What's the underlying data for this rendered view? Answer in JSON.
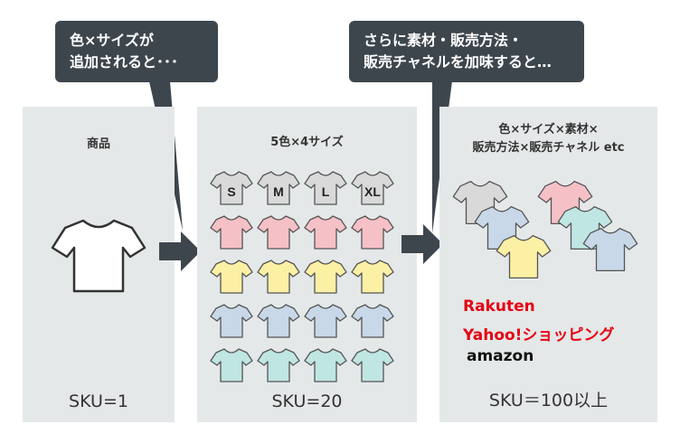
{
  "bubbles": {
    "left": {
      "line1": "色×サイズが",
      "line2": "追加されると･･･"
    },
    "right": {
      "line1": "さらに素材・販売方法・",
      "line2": "販売チャネルを加味すると…"
    }
  },
  "panels": {
    "product": {
      "title": "商品",
      "sku": "SKU=1"
    },
    "colors_sizes": {
      "title": "5色×4サイズ",
      "sku": "SKU=20",
      "size_labels": [
        "S",
        "M",
        "L",
        "XL"
      ]
    },
    "all": {
      "title_line1": "色×サイズ×素材×",
      "title_line2": "販売方法×販売チャネル etc",
      "sku": "SKU＝100以上"
    }
  },
  "channels": [
    "Rakuten",
    "Yahoo!ショッピング",
    "amazon"
  ],
  "colors": {
    "bubble_bg": "#3e464d",
    "panel_bg": "#e4e8e8",
    "arrow": "#3e464d",
    "shirt_rows": [
      "#d9d9d9",
      "#f6c1c6",
      "#fbf0a4",
      "#c8d8e8",
      "#bfe6e2"
    ],
    "brand_red": "#e60012"
  }
}
